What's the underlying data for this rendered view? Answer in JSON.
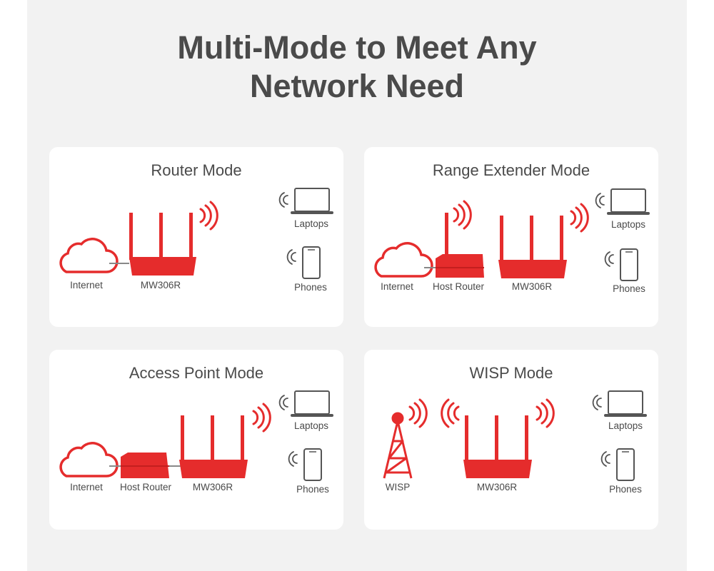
{
  "title_line1": "Multi-Mode to Meet Any",
  "title_line2": "Network Need",
  "colors": {
    "accent": "#e52c2c",
    "text": "#4a4a4a",
    "device_outline": "#555555"
  },
  "modes": [
    {
      "title": "Router Mode",
      "labels": {
        "internet": "Internet",
        "device": "MW306R",
        "laptops": "Laptops",
        "phones": "Phones"
      }
    },
    {
      "title": "Range Extender Mode",
      "labels": {
        "internet": "Internet",
        "host_router": "Host Router",
        "device": "MW306R",
        "laptops": "Laptops",
        "phones": "Phones"
      }
    },
    {
      "title": "Access Point Mode",
      "labels": {
        "internet": "Internet",
        "host_router": "Host Router",
        "device": "MW306R",
        "laptops": "Laptops",
        "phones": "Phones"
      }
    },
    {
      "title": "WISP Mode",
      "labels": {
        "wisp": "WISP",
        "device": "MW306R",
        "laptops": "Laptops",
        "phones": "Phones"
      }
    }
  ]
}
